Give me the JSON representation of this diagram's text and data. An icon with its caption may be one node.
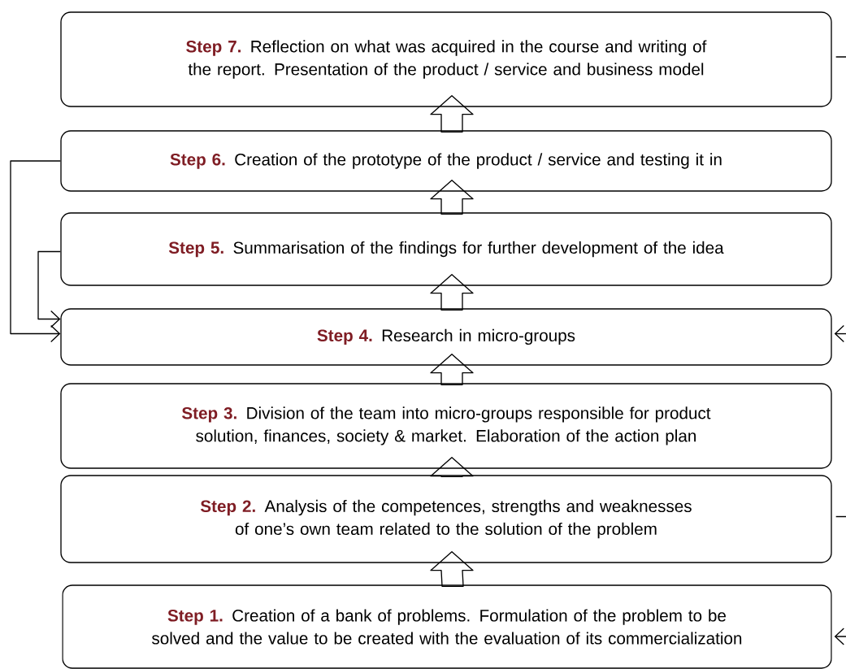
{
  "diagram": {
    "nodes": [
      {
        "text": [
          "Step 7.",
          "Reflection on what was acquired in the course and writing of the report. Presentation of the product / service and business model"
        ]
      },
      {
        "text": [
          "Step 6.",
          "Creation of the prototype of the product / service and testing it in"
        ]
      },
      {
        "text": [
          "Step 5.",
          "Summarisation of the findings for further development of the idea"
        ]
      },
      {
        "text": [
          "Step 4.",
          "Research in micro-groups"
        ]
      },
      {
        "text": [
          "Step 3.",
          "Division of the team into micro-groups responsible for product solution, finances, society & market. Elaboration of the action plan"
        ]
      },
      {
        "text": [
          "Step 2.",
          "Analysis of the competences, strengths and weaknesses of one’s own team related to the solution of the problem"
        ]
      },
      {
        "text": [
          "Step 1.",
          "Creation of a bank of problems. Formulation of the problem to be solved and the value to be created with the evaluation of its commercialization"
        ]
      }
    ],
    "edges": [
      {
        "from": 6,
        "to": 5,
        "arrow": "to"
      },
      {
        "from": 5,
        "to": 4,
        "arrow": "to"
      },
      {
        "from": 4,
        "to": 3,
        "arrow": "to"
      },
      {
        "from": 3,
        "to": 2,
        "arrow": "to"
      },
      {
        "from": 2,
        "to": 1,
        "arrow": "to"
      },
      {
        "from": 1,
        "to": 0,
        "arrow": "to"
      },
      {
        "from": 1,
        "to": 3,
        "arrow": "to"
      },
      {
        "from": 2,
        "to": 3,
        "arrow": "to"
      },
      {
        "from": 0,
        "to": null,
        "arrow": "none"
      },
      {
        "from": 5,
        "to": null,
        "arrow": "none"
      },
      {
        "from": null,
        "to": 3,
        "arrow": "to"
      },
      {
        "from": null,
        "to": 6,
        "arrow": "to"
      }
    ]
  }
}
